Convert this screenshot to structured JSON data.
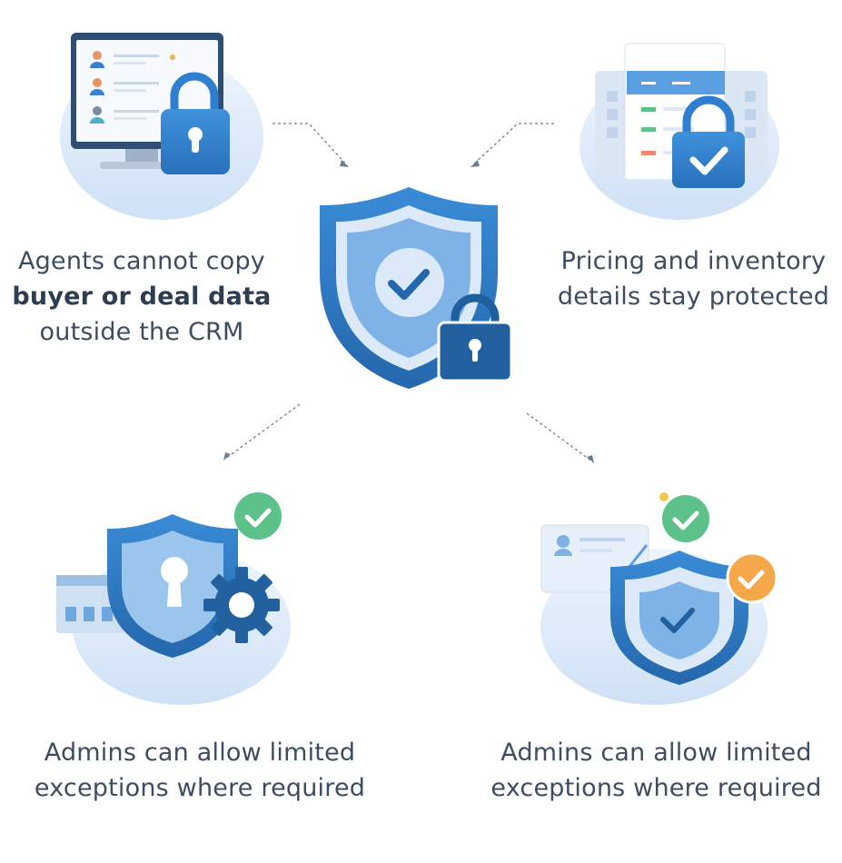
{
  "captions": {
    "top_left": {
      "line1": "Agents cannot copy",
      "line2_bold": "buyer or deal data",
      "line3": "outside the CRM"
    },
    "top_right": {
      "line1": "Pricing and inventory",
      "line2": "details stay protected"
    },
    "bottom_left": {
      "line1": "Admins can allow limited",
      "line2": "exceptions where required"
    },
    "bottom_right": {
      "line1": "Admins can allow limited",
      "line2": "exceptions where required"
    }
  },
  "icons": {
    "center": "shield-check-lock-icon",
    "top_left": "crm-monitor-lock-icon",
    "top_right": "pricing-sheet-lock-check-icon",
    "bottom_left": "shield-keyhole-gear-icon",
    "bottom_right": "shield-check-badges-icon"
  },
  "colors": {
    "primary_blue": "#2f7fd0",
    "dark_blue": "#1f5f9e",
    "light_blue": "#d9e8f8",
    "green_check": "#5cc28a",
    "orange_check": "#f5a84a",
    "text": "#3d4d61"
  }
}
